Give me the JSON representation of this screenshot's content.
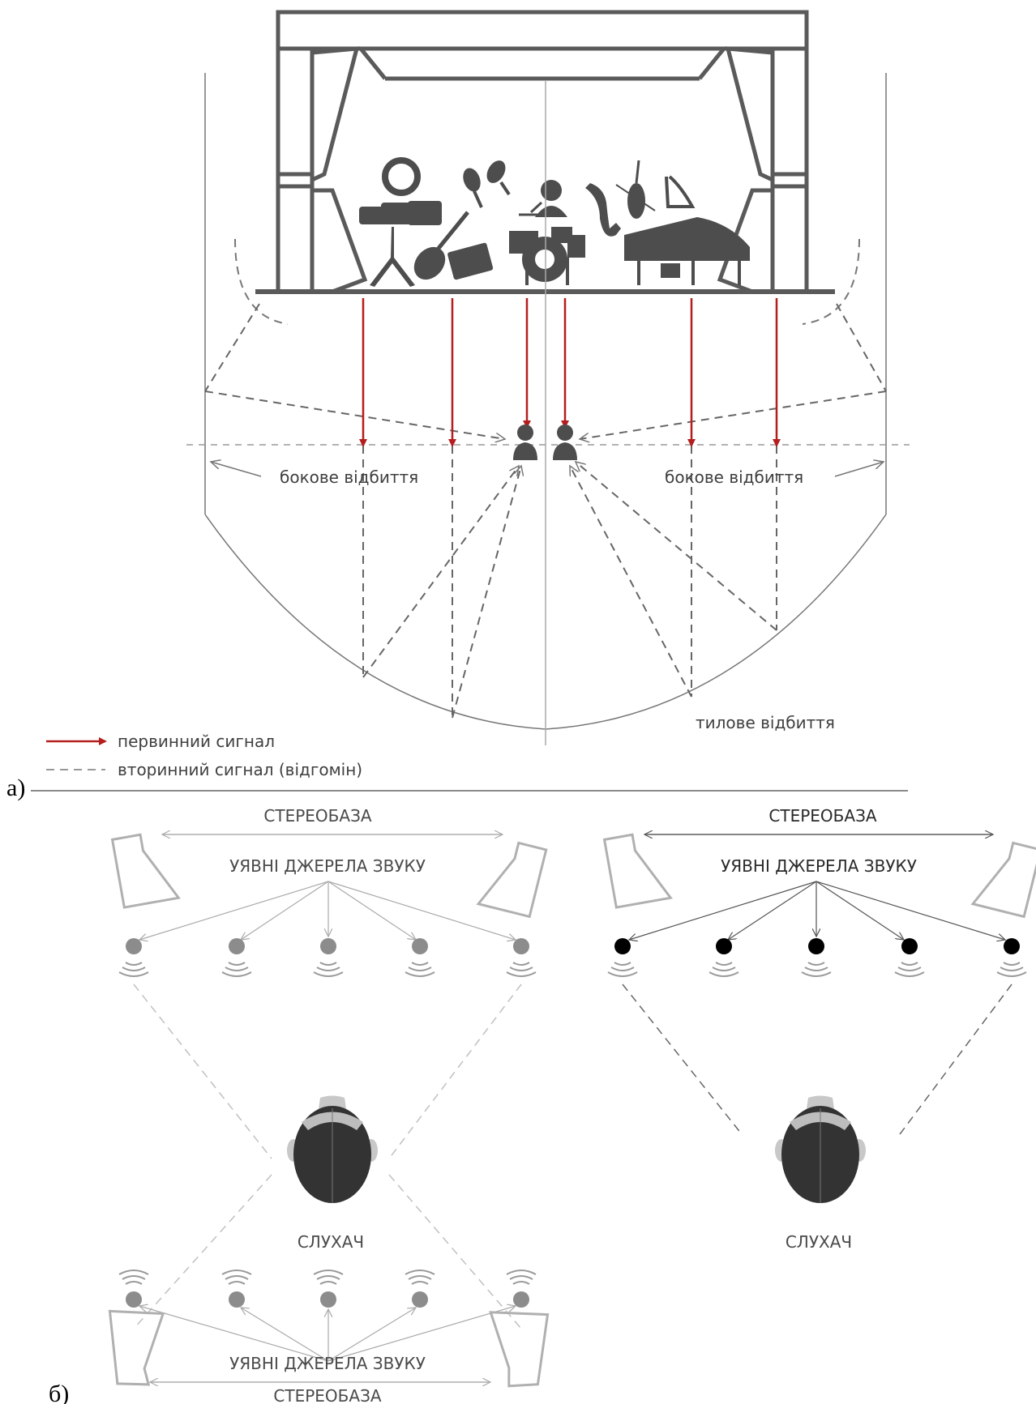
{
  "part_a": {
    "marker": "а)",
    "side_reflection_left": "бокове відбиття",
    "side_reflection_right": "бокове відбиття",
    "rear_reflection": "тилове відбиття",
    "legend": {
      "primary": "первинний сигнал",
      "secondary": "вторинний сигнал (відгомін)"
    },
    "colors": {
      "primary_signal": "#b41e1e",
      "structure": "#5a5a5a",
      "dashes": "#666666"
    }
  },
  "part_b": {
    "marker": "б)",
    "left": {
      "stereobase_top": "СТЕРЕОБАЗА",
      "sources_top": "УЯВНІ ДЖЕРЕЛА ЗВУКУ",
      "listener": "СЛУХАЧ",
      "sources_bottom": "УЯВНІ ДЖЕРЕЛА ЗВУКУ",
      "stereobase_bottom": "СТЕРЕОБАЗА"
    },
    "right": {
      "stereobase_top": "СТЕРЕОБАЗА",
      "sources_top": "УЯВНІ ДЖЕРЕЛА ЗВУКУ",
      "listener": "СЛУХАЧ"
    },
    "colors": {
      "grey_source": "#8c8c8c",
      "black_source": "#000000",
      "head": "#333333"
    }
  }
}
